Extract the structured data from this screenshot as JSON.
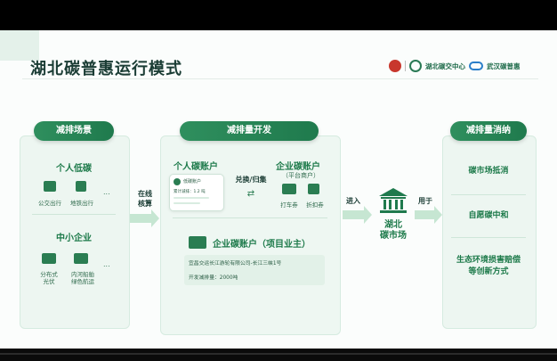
{
  "slide": {
    "title": "湖北碳普惠运行模式",
    "logos": {
      "org1": "湖北碳交中心",
      "org2": "武汉碳普惠"
    }
  },
  "left": {
    "header": "减排场景",
    "personal": {
      "heading": "个人低碳",
      "items": [
        "公交出行",
        "地铁出行"
      ],
      "more": "..."
    },
    "enterprise": {
      "heading": "中小企业",
      "items": [
        "分布式\n光伏",
        "内河船舶\n绿色航运"
      ],
      "more": "..."
    }
  },
  "arrow1": {
    "label": "在线\n核算"
  },
  "middle": {
    "header": "减排量开发",
    "personal_account": {
      "title": "个人碳账户",
      "card_name": "低碳账户",
      "card_line": "累计减排：1.2 吨"
    },
    "exchange": "兑换/归集",
    "enterprise_account": {
      "title": "企业碳账户",
      "subtitle": "（平台商户）",
      "items": [
        "打车券",
        "折扣券"
      ]
    },
    "project_account": {
      "title": "企业碳账户（项目业主）",
      "company": "宜昌交运长江游轮有限公司-长江三峡1号",
      "reduction": "开发减排量：2000吨"
    }
  },
  "arrow2": {
    "label": "进入"
  },
  "market": {
    "label": "湖北\n碳市场"
  },
  "arrow3": {
    "label": "用于"
  },
  "right": {
    "header": "减排量消纳",
    "items": [
      "碳市场抵消",
      "自愿碳中和",
      "生态环境损害赔偿\n等创新方式"
    ]
  }
}
